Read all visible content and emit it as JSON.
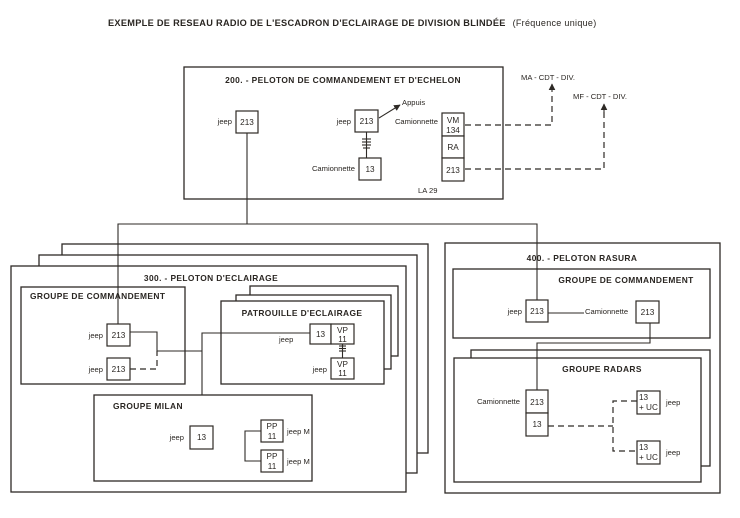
{
  "title": {
    "main": "EXEMPLE DE RESEAU RADIO DE L'ESCADRON D'ECLAIRAGE DE DIVISION BLINDÉE",
    "sub": "(Fréquence unique)"
  },
  "colors": {
    "ink": "#2e2a26",
    "paper": "#ffffff"
  },
  "external_nets": {
    "ma": "MA - CDT - DIV.",
    "mf": "MF - CDT - DIV."
  },
  "peloton_200": {
    "title": "200. - PELOTON DE COMMANDEMENT ET D'ECHELON",
    "jeep_1": {
      "vehicle": "jeep",
      "set": "213"
    },
    "jeep_2": {
      "vehicle": "jeep",
      "set": "213",
      "link": "Appuis"
    },
    "camionnette_13": {
      "vehicle": "Camionnette",
      "set": "13"
    },
    "camionnette_stack": {
      "vehicle": "Camionnette",
      "sets": [
        "VM\n134",
        "RA",
        "213"
      ],
      "set_vm_line1": "VM",
      "set_vm_line2": "134",
      "set_ra": "RA",
      "set_213": "213",
      "caption": "LA 29"
    }
  },
  "peloton_300": {
    "title": "300. - PELOTON D'ECLAIRAGE",
    "groupe_commandement": {
      "title": "GROUPE DE COMMANDEMENT",
      "jeeps": [
        {
          "vehicle": "jeep",
          "set": "213"
        },
        {
          "vehicle": "jeep",
          "set": "213"
        }
      ]
    },
    "patrouille": {
      "title": "PATROUILLE D'ECLAIRAGE",
      "jeep_a": {
        "vehicle": "jeep",
        "set_1": "13",
        "set_2_line1": "VP",
        "set_2_line2": "11"
      },
      "jeep_b": {
        "vehicle": "jeep",
        "set_line1": "VP",
        "set_line2": "11"
      }
    },
    "groupe_milan": {
      "title": "GROUPE MILAN",
      "jeep": {
        "vehicle": "jeep",
        "set": "13"
      },
      "jeeps_m": [
        {
          "vehicle": "jeep M",
          "set_line1": "PP",
          "set_line2": "11"
        },
        {
          "vehicle": "jeep M",
          "set_line1": "PP",
          "set_line2": "11"
        }
      ]
    }
  },
  "peloton_400": {
    "title": "400. - PELOTON RASURA",
    "groupe_commandement": {
      "title": "GROUPE DE COMMANDEMENT",
      "jeep": {
        "vehicle": "jeep",
        "set": "213"
      },
      "camionnette": {
        "vehicle": "Camionnette",
        "set": "213"
      }
    },
    "groupe_radars": {
      "title": "GROUPE RADARS",
      "camionnette": {
        "vehicle": "Camionnette",
        "set_1": "213",
        "set_2": "13"
      },
      "jeeps": [
        {
          "vehicle": "jeep",
          "set_line1": "13",
          "set_line2": "+ UC"
        },
        {
          "vehicle": "jeep",
          "set_line1": "13",
          "set_line2": "+ UC"
        }
      ]
    }
  }
}
